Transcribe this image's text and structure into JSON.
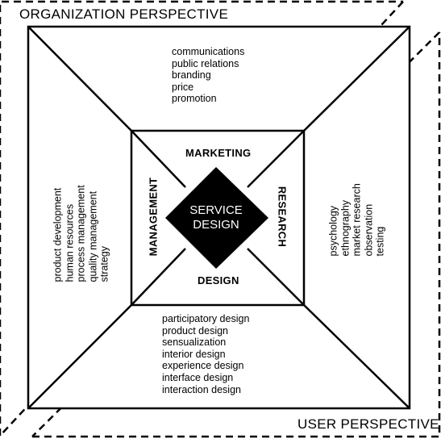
{
  "perspectives": {
    "organization": "ORGANIZATION PERSPECTIVE",
    "user": "USER PERSPECTIVE"
  },
  "center": {
    "line1": "SERVICE",
    "line2": "DESIGN"
  },
  "inner_labels": {
    "top": "MARKETING",
    "left": "MANAGEMENT",
    "right": "RESEARCH",
    "bottom": "DESIGN"
  },
  "lists": {
    "top": [
      "communications",
      "public relations",
      "branding",
      "price",
      "promotion"
    ],
    "left": [
      "product development",
      "human resources",
      "process management",
      "quality management",
      "strategy"
    ],
    "right": [
      "psychology",
      "ethnography",
      "market research",
      "observation",
      "testing"
    ],
    "bottom": [
      "participatory design",
      "product design",
      "sensualization",
      "interior design",
      "experience design",
      "interface design",
      "interaction design"
    ]
  },
  "colors": {
    "line": "#000000",
    "diamond_fill": "#000000",
    "diamond_text": "#ffffff"
  }
}
